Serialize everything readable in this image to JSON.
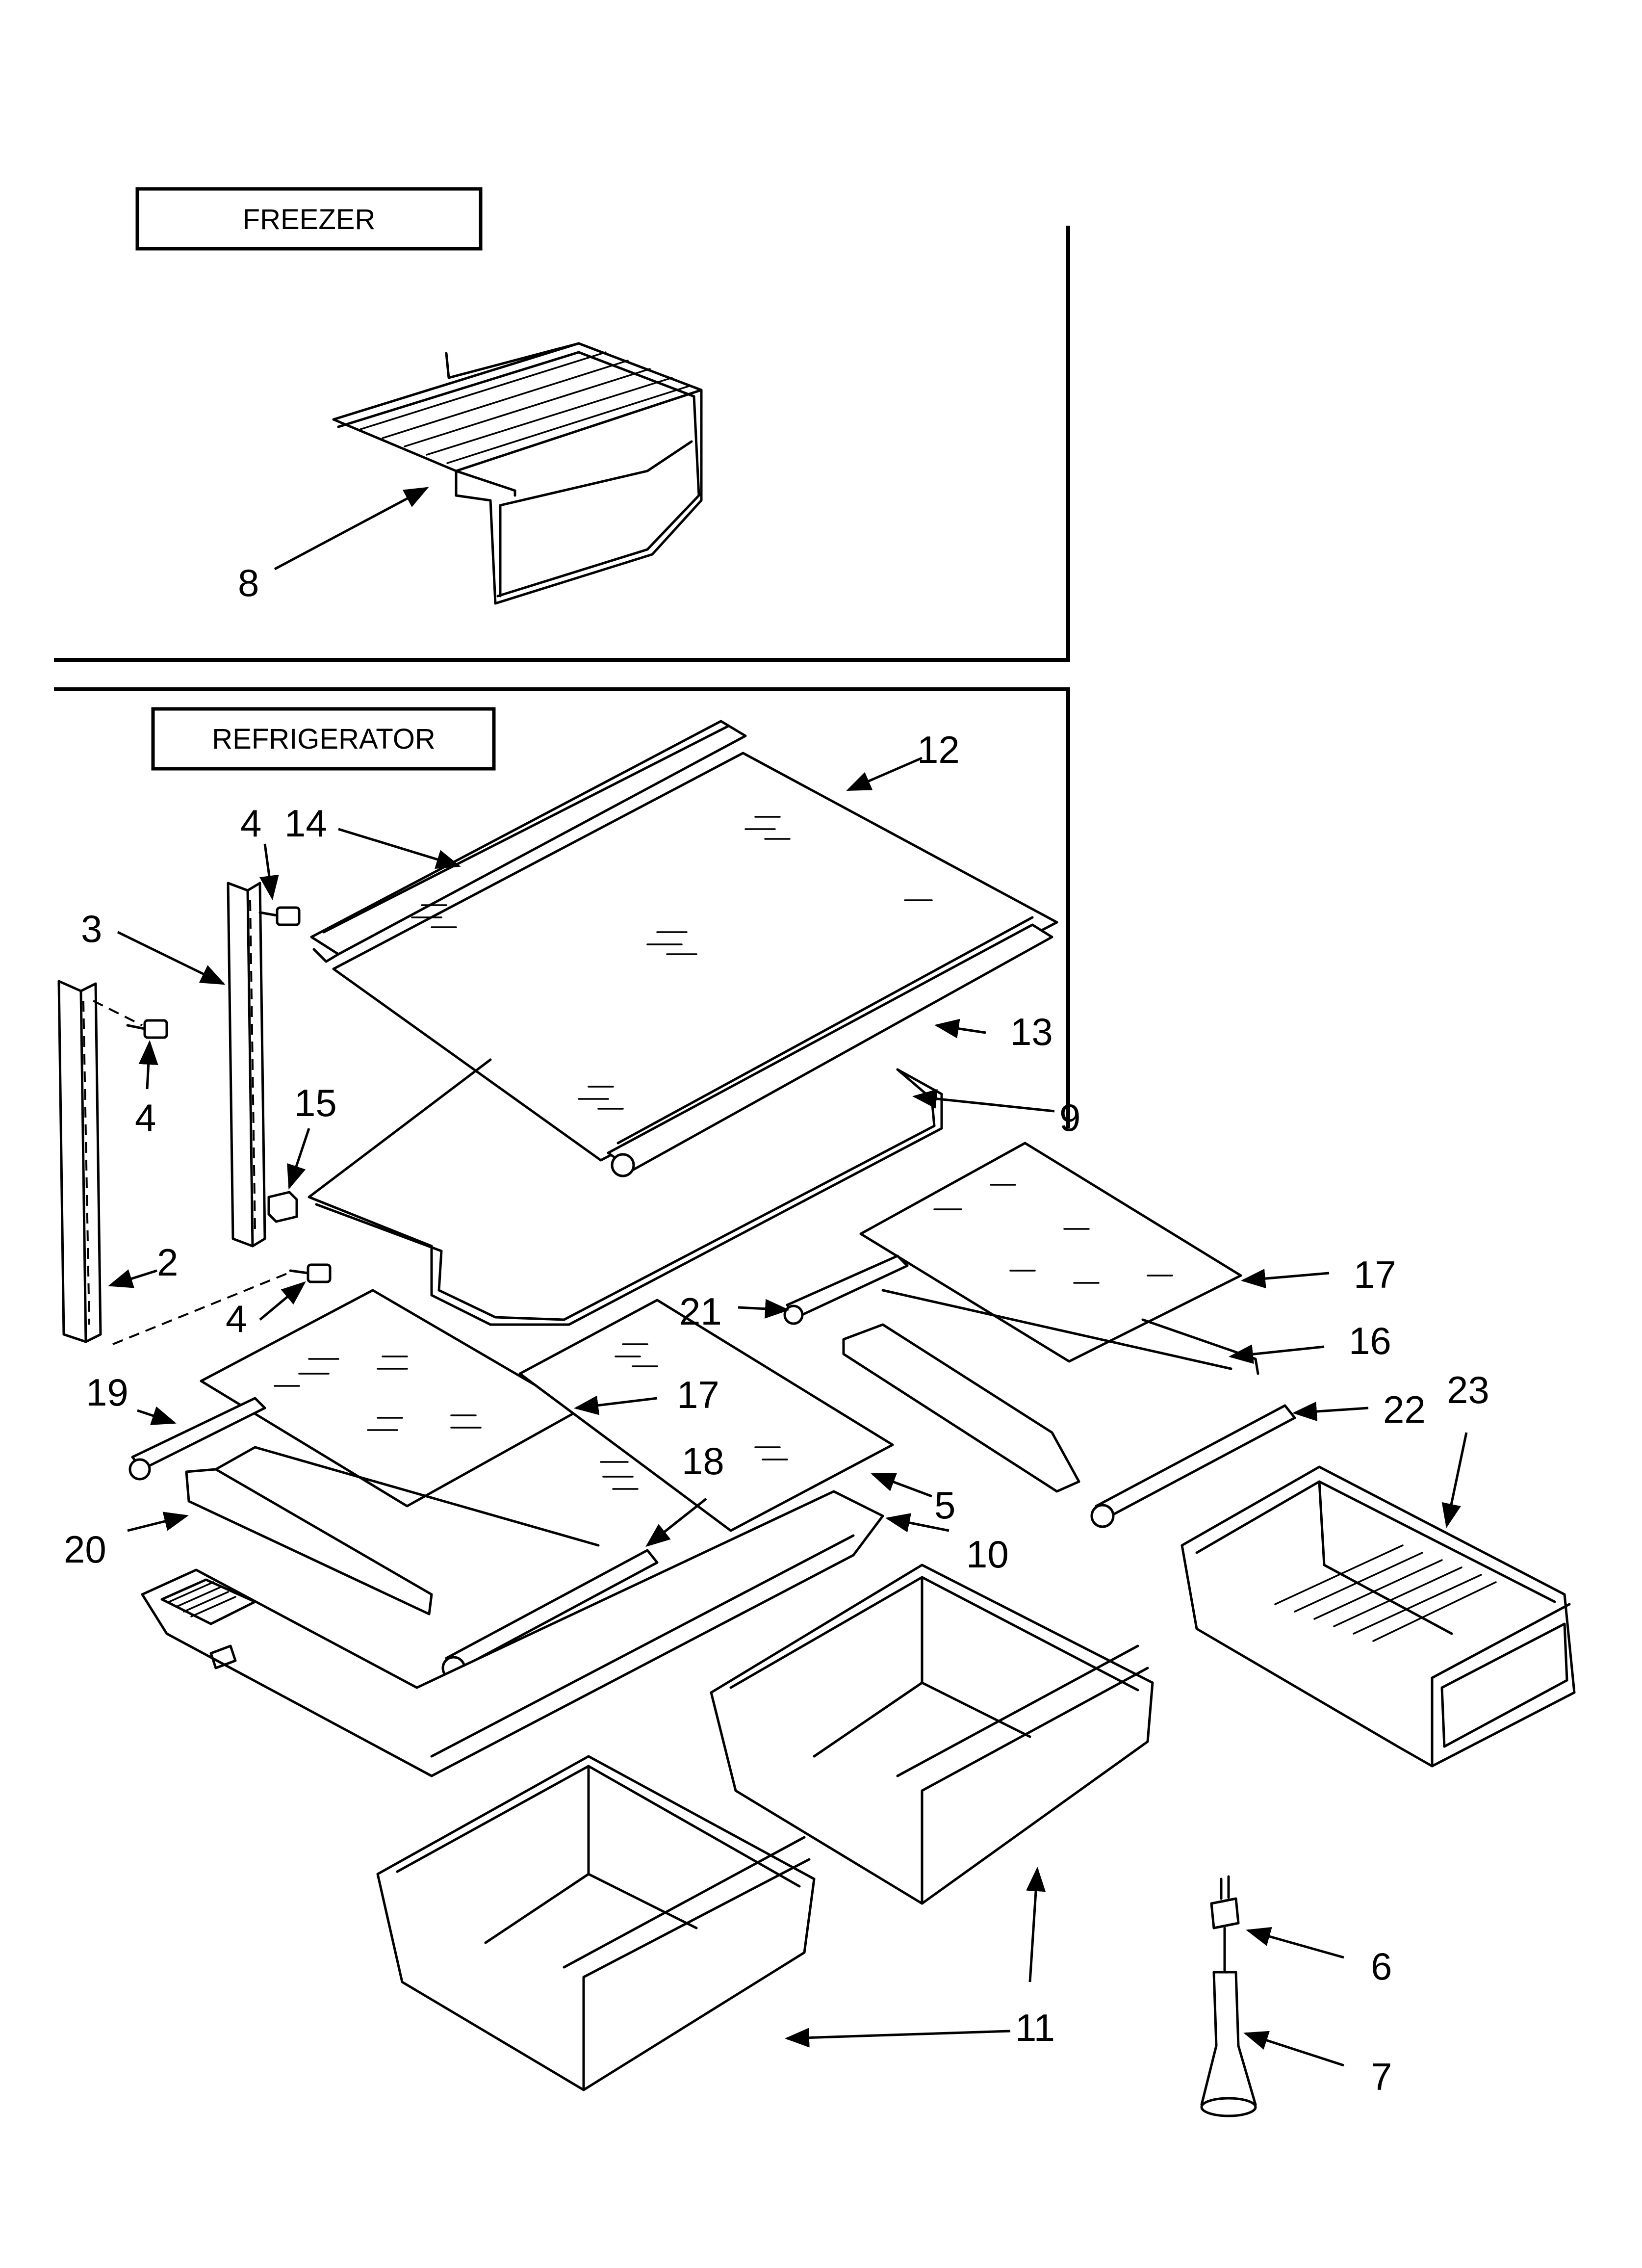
{
  "sections": {
    "freezer_label": "FREEZER",
    "refrigerator_label": "REFRIGERATOR"
  },
  "callouts": {
    "c2": "2",
    "c3": "3",
    "c4a": "4",
    "c4b": "4",
    "c4c": "4",
    "c5": "5",
    "c6": "6",
    "c7": "7",
    "c8": "8",
    "c9": "9",
    "c10": "10",
    "c11": "11",
    "c12": "12",
    "c13": "13",
    "c14": "14",
    "c15": "15",
    "c16": "16",
    "c17a": "17",
    "c17b": "17",
    "c18": "18",
    "c19": "19",
    "c20": "20",
    "c21": "21",
    "c22": "22",
    "c23": "23"
  }
}
